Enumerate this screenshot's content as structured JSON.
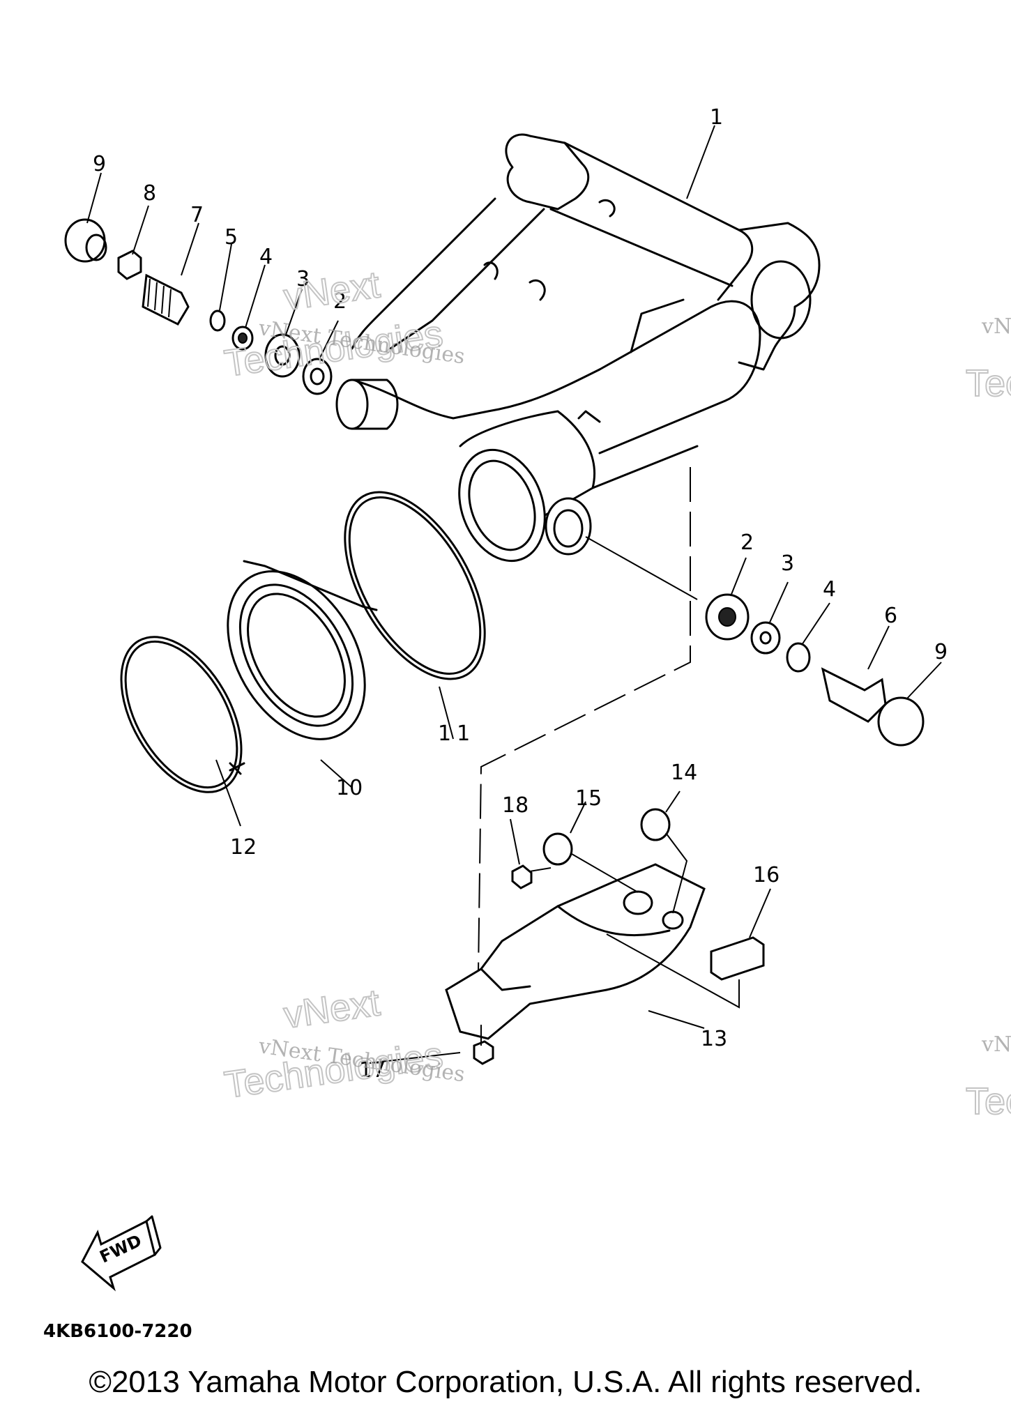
{
  "diagram": {
    "part_labels": {
      "p1": "1",
      "p2a": "2",
      "p2b": "2",
      "p3a": "3",
      "p3b": "3",
      "p4a": "4",
      "p4b": "4",
      "p5": "5",
      "p6": "6",
      "p7": "7",
      "p8": "8",
      "p9a": "9",
      "p9b": "9",
      "p10": "10",
      "p11": "11",
      "p12": "12",
      "p13": "13",
      "p14": "14",
      "p15": "15",
      "p16": "16",
      "p17": "17",
      "p18": "18"
    },
    "watermark": {
      "small": "vNext Technologies",
      "big_line1": "vNext",
      "big_line2": "Technologies",
      "edge_small": "vNe",
      "edge_big": "Tec"
    },
    "fwd_label": "FWD",
    "diagram_code": "4KB6100-7220"
  },
  "footer": {
    "copyright": "©2013 Yamaha Motor Corporation, U.S.A. All rights reserved."
  }
}
